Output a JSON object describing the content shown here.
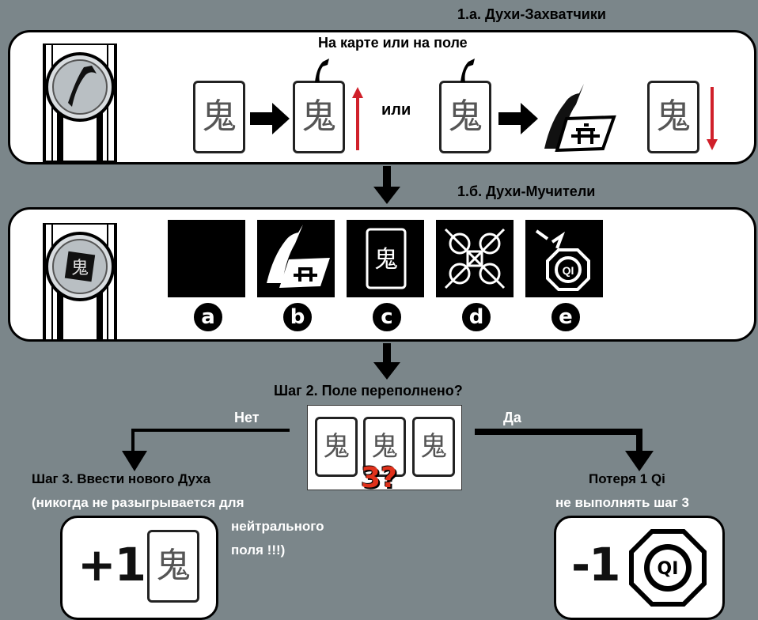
{
  "step1a": {
    "title": "1.а. Духи-Захватчики",
    "subtitle": "На карте или на поле",
    "or_label": "или"
  },
  "step1b": {
    "title": "1.б. Духи-Мучители",
    "labels": [
      "a",
      "b",
      "c",
      "d",
      "e"
    ]
  },
  "step2": {
    "title": "Шаг 2. Поле переполнено?",
    "no_label": "Нет",
    "yes_label": "Да",
    "count_label": "3?"
  },
  "step3": {
    "title": "Шаг 3. Ввести нового Духа",
    "note_line1": "(никогда не разыгрывается для",
    "note_line2": "нейтрального",
    "note_line3": "поля !!!)",
    "result": "+1"
  },
  "loss": {
    "title": "Потеря 1 Qi",
    "subtitle": "не выполнять шаг 3",
    "result": "-1",
    "token": "QI"
  },
  "ghost_char": "鬼",
  "colors": {
    "background": "#7b868a",
    "red_arrow": "#d0202a",
    "count_red": "#e0321c"
  }
}
